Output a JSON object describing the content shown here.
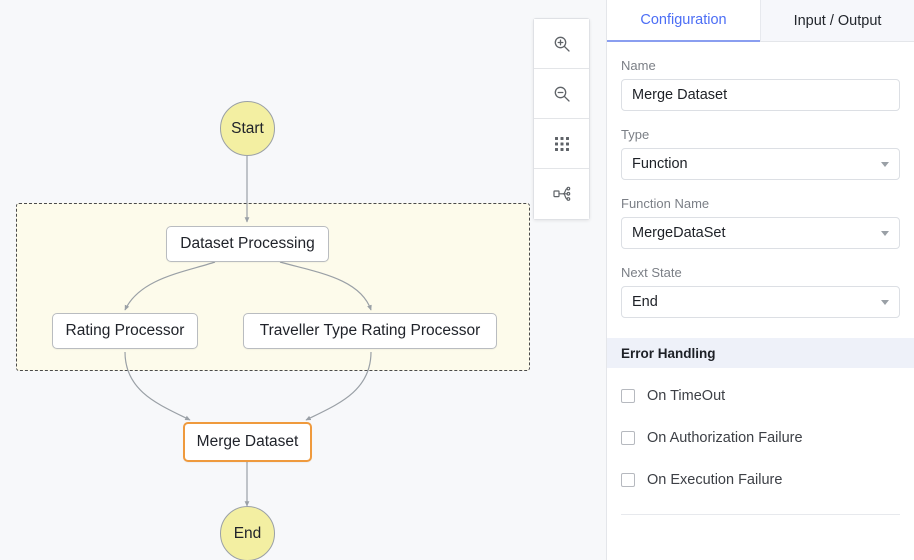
{
  "canvas": {
    "toolbar": {
      "buttons": [
        {
          "name": "zoom-in",
          "icon": "zoom-in-icon",
          "title": "Zoom In"
        },
        {
          "name": "zoom-out",
          "icon": "zoom-out-icon",
          "title": "Zoom Out"
        },
        {
          "name": "grid",
          "icon": "grid-icon",
          "title": "Toggle Grid"
        },
        {
          "name": "layout",
          "icon": "hierarchy-layout-icon",
          "title": "Auto Layout"
        }
      ]
    },
    "background_color": "#f7f8fa",
    "group": {
      "fill": "#fdfbeb",
      "border_color": "#4a4a4a",
      "border_style": "dashed"
    },
    "nodes": [
      {
        "id": "start",
        "label": "Start",
        "shape": "circle",
        "fill": "#f3efa2"
      },
      {
        "id": "dataset_processing",
        "label": "Dataset Processing",
        "shape": "rect",
        "fill": "#ffffff"
      },
      {
        "id": "rating_processor",
        "label": "Rating Processor",
        "shape": "rect",
        "fill": "#ffffff"
      },
      {
        "id": "traveller_type_rating_processor",
        "label": "Traveller Type Rating Processor",
        "shape": "rect",
        "fill": "#ffffff"
      },
      {
        "id": "merge_dataset",
        "label": "Merge Dataset",
        "shape": "rect",
        "fill": "#ffffff",
        "selected": true,
        "selected_color": "#ef9a3d"
      },
      {
        "id": "end",
        "label": "End",
        "shape": "circle",
        "fill": "#f3efa2"
      }
    ],
    "edge_color": "#9aa0a6"
  },
  "panel": {
    "tabs": [
      {
        "label": "Configuration",
        "active": true
      },
      {
        "label": "Input / Output",
        "active": false
      }
    ],
    "accent_color": "#4c6ef5",
    "fields": {
      "name": {
        "label": "Name",
        "value": "Merge Dataset",
        "type": "text"
      },
      "type": {
        "label": "Type",
        "value": "Function",
        "type": "select"
      },
      "function_name": {
        "label": "Function Name",
        "value": "MergeDataSet",
        "type": "select"
      },
      "next_state": {
        "label": "Next State",
        "value": "End",
        "type": "select"
      }
    },
    "error_handling": {
      "title": "Error Handling",
      "header_bg": "#eef1f9",
      "options": [
        {
          "label": "On TimeOut",
          "checked": false
        },
        {
          "label": "On Authorization Failure",
          "checked": false
        },
        {
          "label": "On Execution Failure",
          "checked": false
        }
      ]
    }
  }
}
